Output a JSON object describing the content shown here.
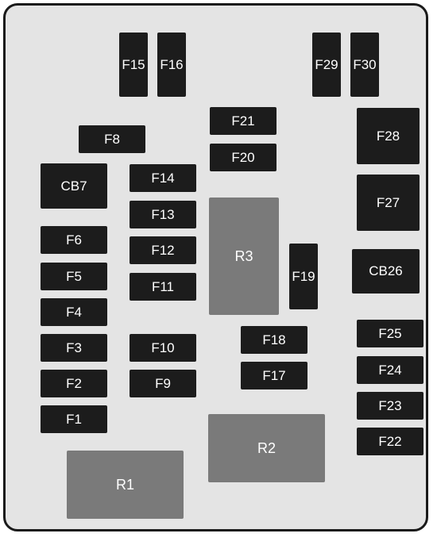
{
  "diagram": {
    "fuses": {
      "f15": "F15",
      "f16": "F16",
      "f29": "F29",
      "f30": "F30",
      "f21": "F21",
      "f20": "F20",
      "f28": "F28",
      "f8": "F8",
      "cb7": "CB7",
      "f14": "F14",
      "f27": "F27",
      "f13": "F13",
      "f6": "F6",
      "f12": "F12",
      "f5": "F5",
      "f19": "F19",
      "cb26": "CB26",
      "f11": "F11",
      "f4": "F4",
      "f25": "F25",
      "f18": "F18",
      "f3": "F3",
      "f10": "F10",
      "f24": "F24",
      "f17": "F17",
      "f2": "F2",
      "f9": "F9",
      "f23": "F23",
      "f1": "F1",
      "f22": "F22"
    },
    "relays": {
      "r1": "R1",
      "r2": "R2",
      "r3": "R3"
    }
  }
}
